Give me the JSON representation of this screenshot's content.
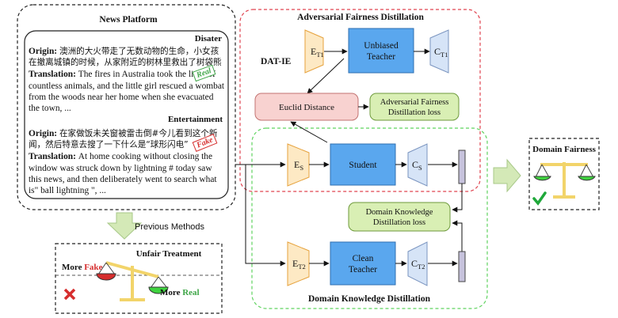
{
  "news_platform": {
    "title": "News Platform",
    "disaster": {
      "category": "Disater",
      "origin_label": "Origin",
      "origin_text": "澳洲的大火带走了无数动物的生命，小女孩在撤离城镇的时候，从家附近的树林里救出了树袋熊",
      "translation_label": "Translation",
      "translation_text": "The fires in Australia took the lives of countless animals, and the little girl rescued a wombat from the woods near her home when she evacuated the town, ...",
      "stamp": "Real"
    },
    "entertainment": {
      "category": "Entertainment",
      "origin_label": "Origin",
      "origin_text": "在家做饭未关窗被雷击倒#今儿看到这个新闻，然后特意去搜了一下什么是“球形闪电”",
      "translation_label": "Translation",
      "translation_text": "At home cooking without closing the window was struck down by lightning # today saw this news, and then deliberately went to search what is\" ball lightning \", ...",
      "stamp": "Fake"
    }
  },
  "previous_methods_label": "Previous Methods",
  "unfair_treatment": {
    "title": "Unfair Treatment",
    "more_fake_prefix": "More ",
    "more_fake_word": "Fake",
    "more_real_prefix": "More ",
    "more_real_word": "Real"
  },
  "dat_ie_label": "DAT-IE",
  "adversarial": {
    "title": "Adversarial Fairness Distillation",
    "teacher_encoder": "E",
    "teacher_encoder_sub": "T1",
    "teacher_label_line1": "Unbiased",
    "teacher_label_line2": "Teacher",
    "teacher_classifier": "C",
    "teacher_classifier_sub": "T1",
    "euclid": "Euclid Distance",
    "loss_line1": "Adversarial Fairness",
    "loss_line2": "Distillation loss"
  },
  "student": {
    "encoder": "E",
    "encoder_sub": "S",
    "label": "Student",
    "classifier": "C",
    "classifier_sub": "S"
  },
  "domain_knowledge": {
    "title": "Domain Knowledge Distillation",
    "loss_line1": "Domain Knowledge",
    "loss_line2": "Distillation loss",
    "teacher_encoder": "E",
    "teacher_encoder_sub": "T2",
    "teacher_label_line1": "Clean",
    "teacher_label_line2": "Teacher",
    "teacher_classifier": "C",
    "teacher_classifier_sub": "T2"
  },
  "domain_fairness": {
    "title": "Domain Fairness"
  },
  "colors": {
    "encoder_fill": "#fde9c4",
    "encoder_stroke": "#e6a23c",
    "model_fill": "#5aa7ee",
    "classifier_fill": "#d6e4f7",
    "euclid_fill": "#f8d2d0",
    "loss_fill": "#d9efb4",
    "adversarial_border": "#e0434f",
    "domain_border": "#5fd35f",
    "arrow_green": "#d4e9b7",
    "fake_red": "#d62e2e",
    "real_green": "#3fa648"
  },
  "icons": [
    "balance-scale-icon",
    "cross-icon",
    "checkmark-icon"
  ]
}
